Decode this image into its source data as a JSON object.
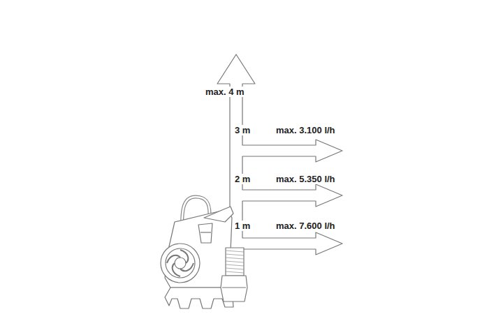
{
  "diagram": {
    "labels": [
      "max. 4 m",
      "3 m",
      "max. 3.100 l/h",
      "2 m",
      "max. 5.350 l/h",
      "1 m",
      "max. 7.600 l/h"
    ]
  }
}
